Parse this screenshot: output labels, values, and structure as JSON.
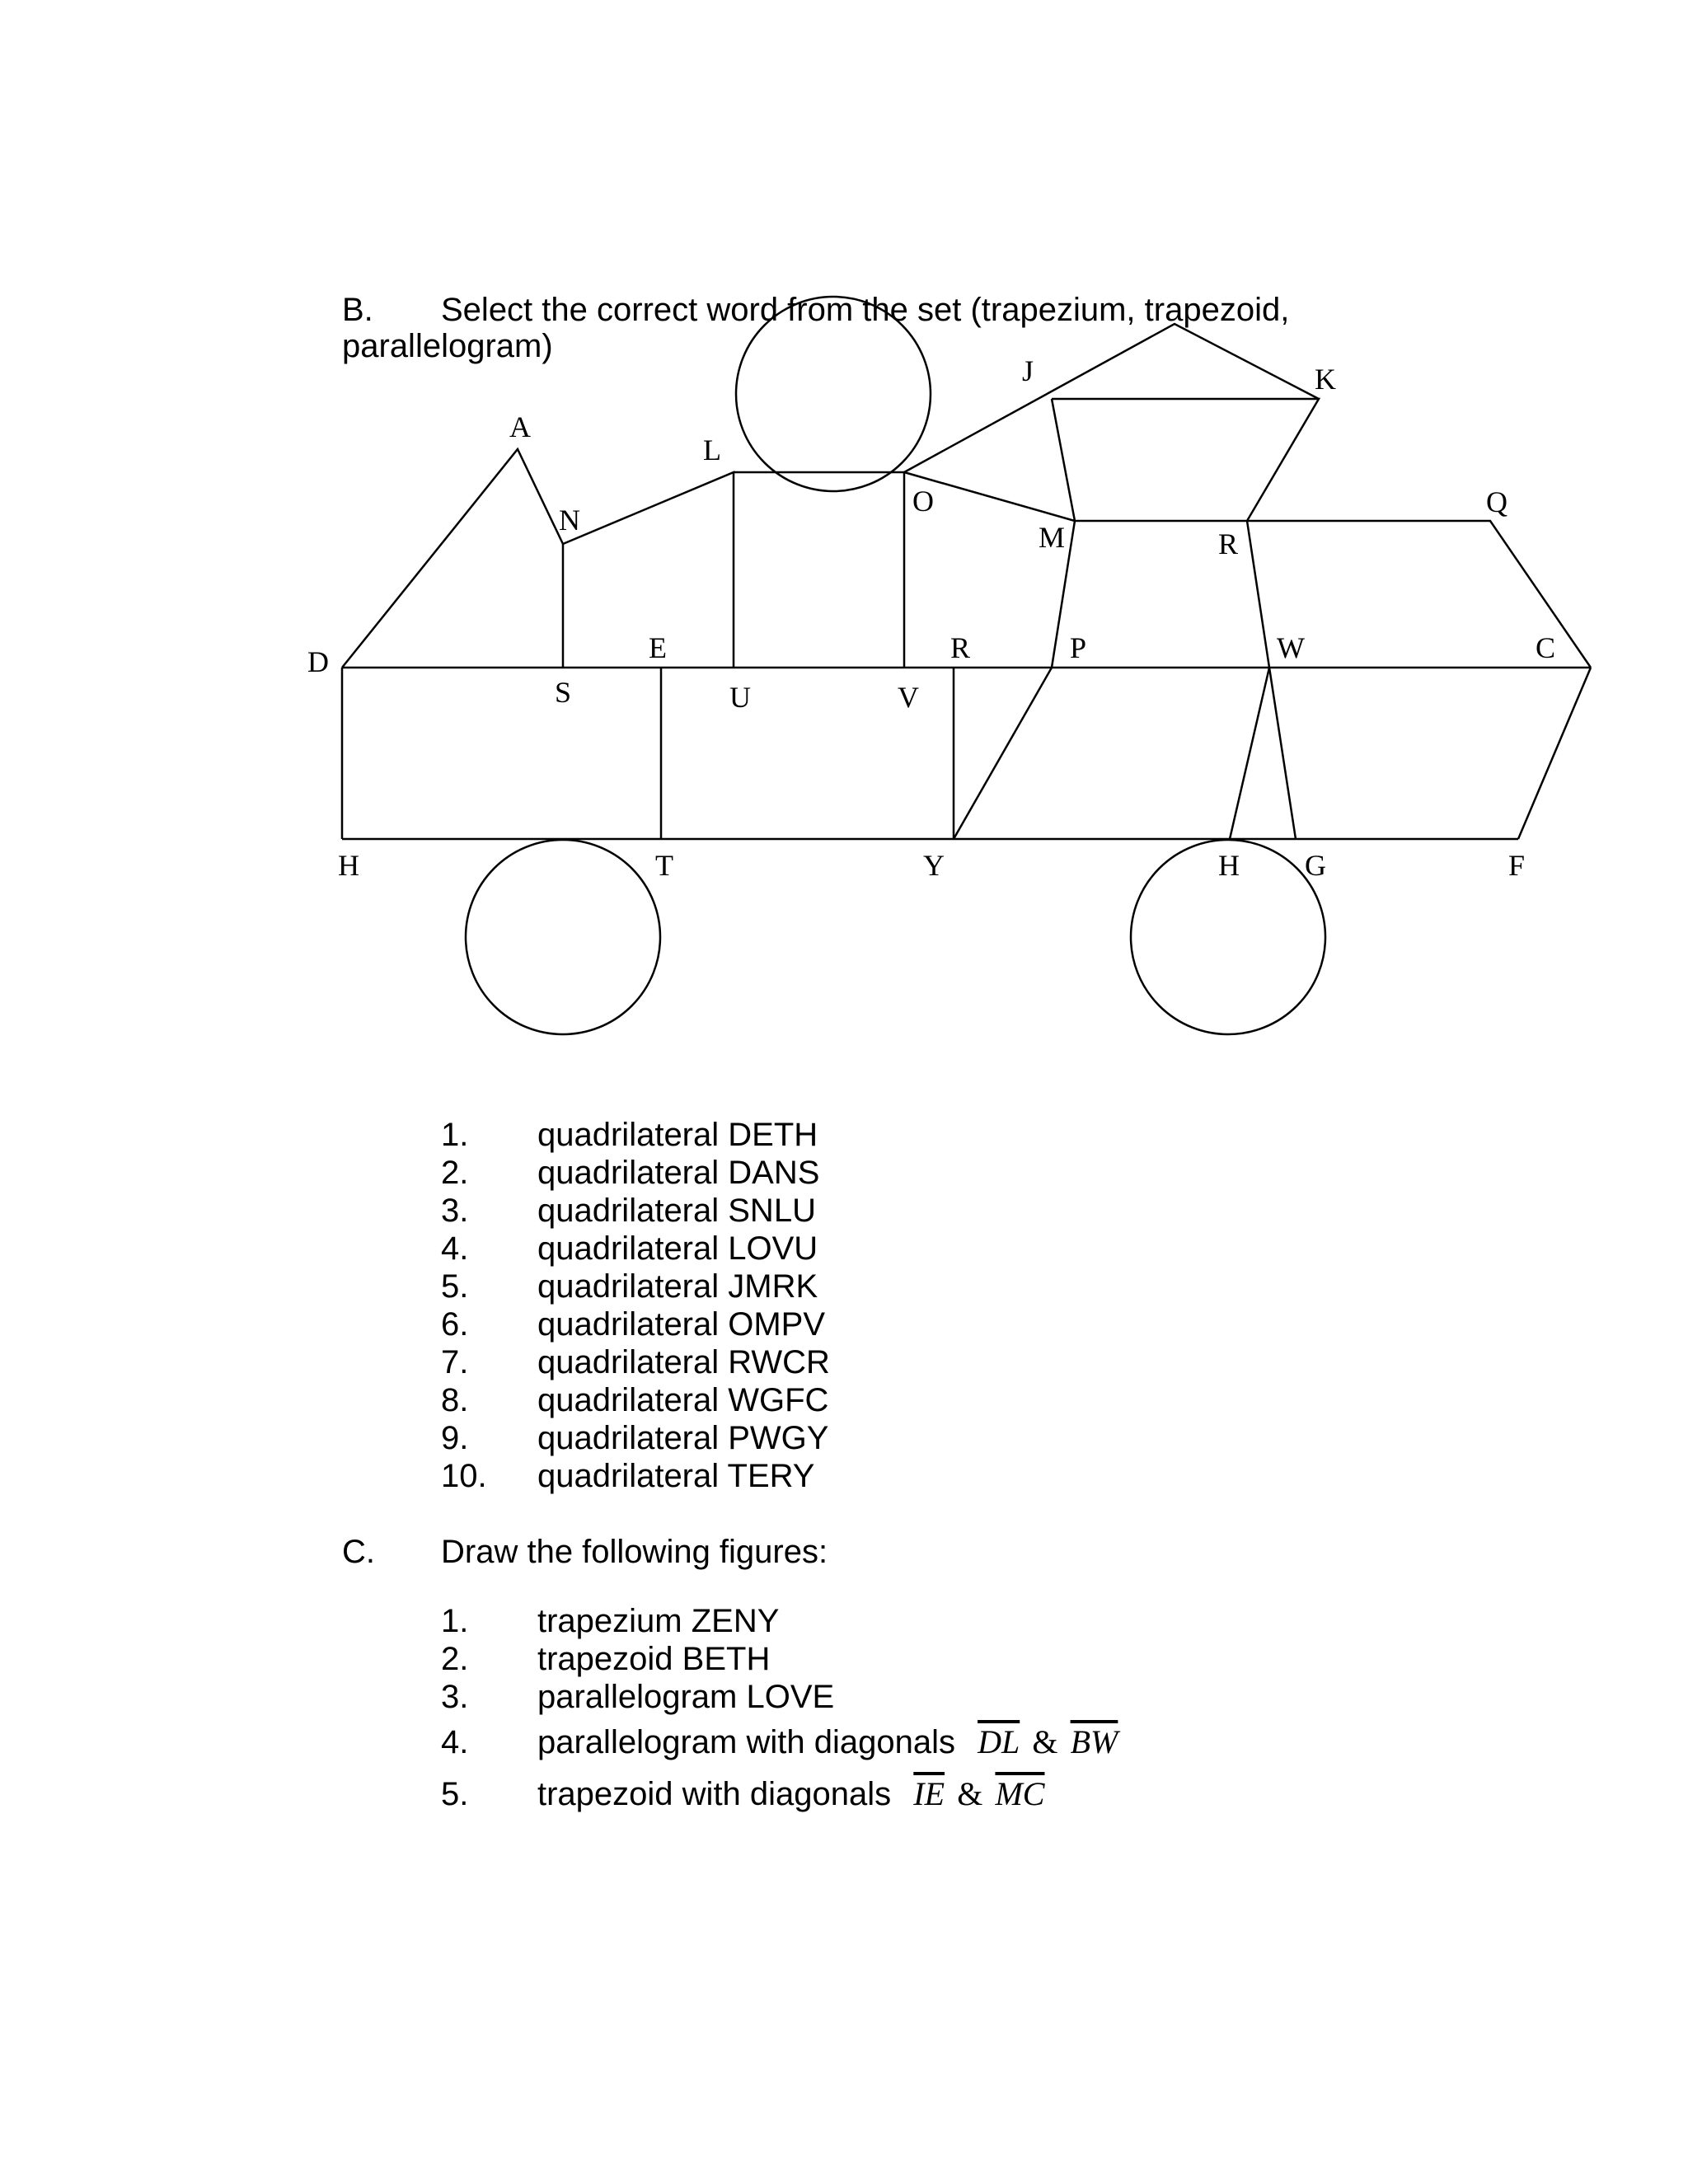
{
  "section_b": {
    "letter": "B.",
    "instruction_line1": "Select the correct word from the set (trapezium, trapezoid,",
    "instruction_line2": "parallelogram)"
  },
  "figure": {
    "points": {
      "A": "A",
      "N": "N",
      "L": "L",
      "O": "O",
      "J": "J",
      "K": "K",
      "M": "M",
      "R_top": "R",
      "Q": "Q",
      "D": "D",
      "S": "S",
      "E": "E",
      "U": "U",
      "V": "V",
      "R_mid": "R",
      "P": "P",
      "W": "W",
      "C": "C",
      "H_left": "H",
      "T": "T",
      "Y": "Y",
      "H_right": "H",
      "G": "G",
      "F": "F"
    }
  },
  "section_b_items": [
    {
      "num": "1.",
      "text": "quadrilateral DETH"
    },
    {
      "num": "2.",
      "text": "quadrilateral DANS"
    },
    {
      "num": "3.",
      "text": "quadrilateral SNLU"
    },
    {
      "num": "4.",
      "text": "quadrilateral LOVU"
    },
    {
      "num": "5.",
      "text": "quadrilateral JMRK"
    },
    {
      "num": "6.",
      "text": "quadrilateral OMPV"
    },
    {
      "num": "7.",
      "text": "quadrilateral RWCR"
    },
    {
      "num": "8.",
      "text": "quadrilateral WGFC"
    },
    {
      "num": "9.",
      "text": "quadrilateral PWGY"
    },
    {
      "num": "10.",
      "text": "quadrilateral TERY"
    }
  ],
  "section_c": {
    "letter": "C.",
    "instruction": "Draw the following figures:"
  },
  "section_c_items": [
    {
      "num": "1.",
      "text": "trapezium ZENY"
    },
    {
      "num": "2.",
      "text": "trapezoid BETH"
    },
    {
      "num": "3.",
      "text": "parallelogram LOVE"
    },
    {
      "num": "4.",
      "text": "parallelogram with diagonals",
      "seg1": "DL",
      "amp": "&",
      "seg2": "BW"
    },
    {
      "num": "5.",
      "text": "trapezoid with diagonals",
      "seg1": "IE",
      "amp": "&",
      "seg2": "MC"
    }
  ]
}
